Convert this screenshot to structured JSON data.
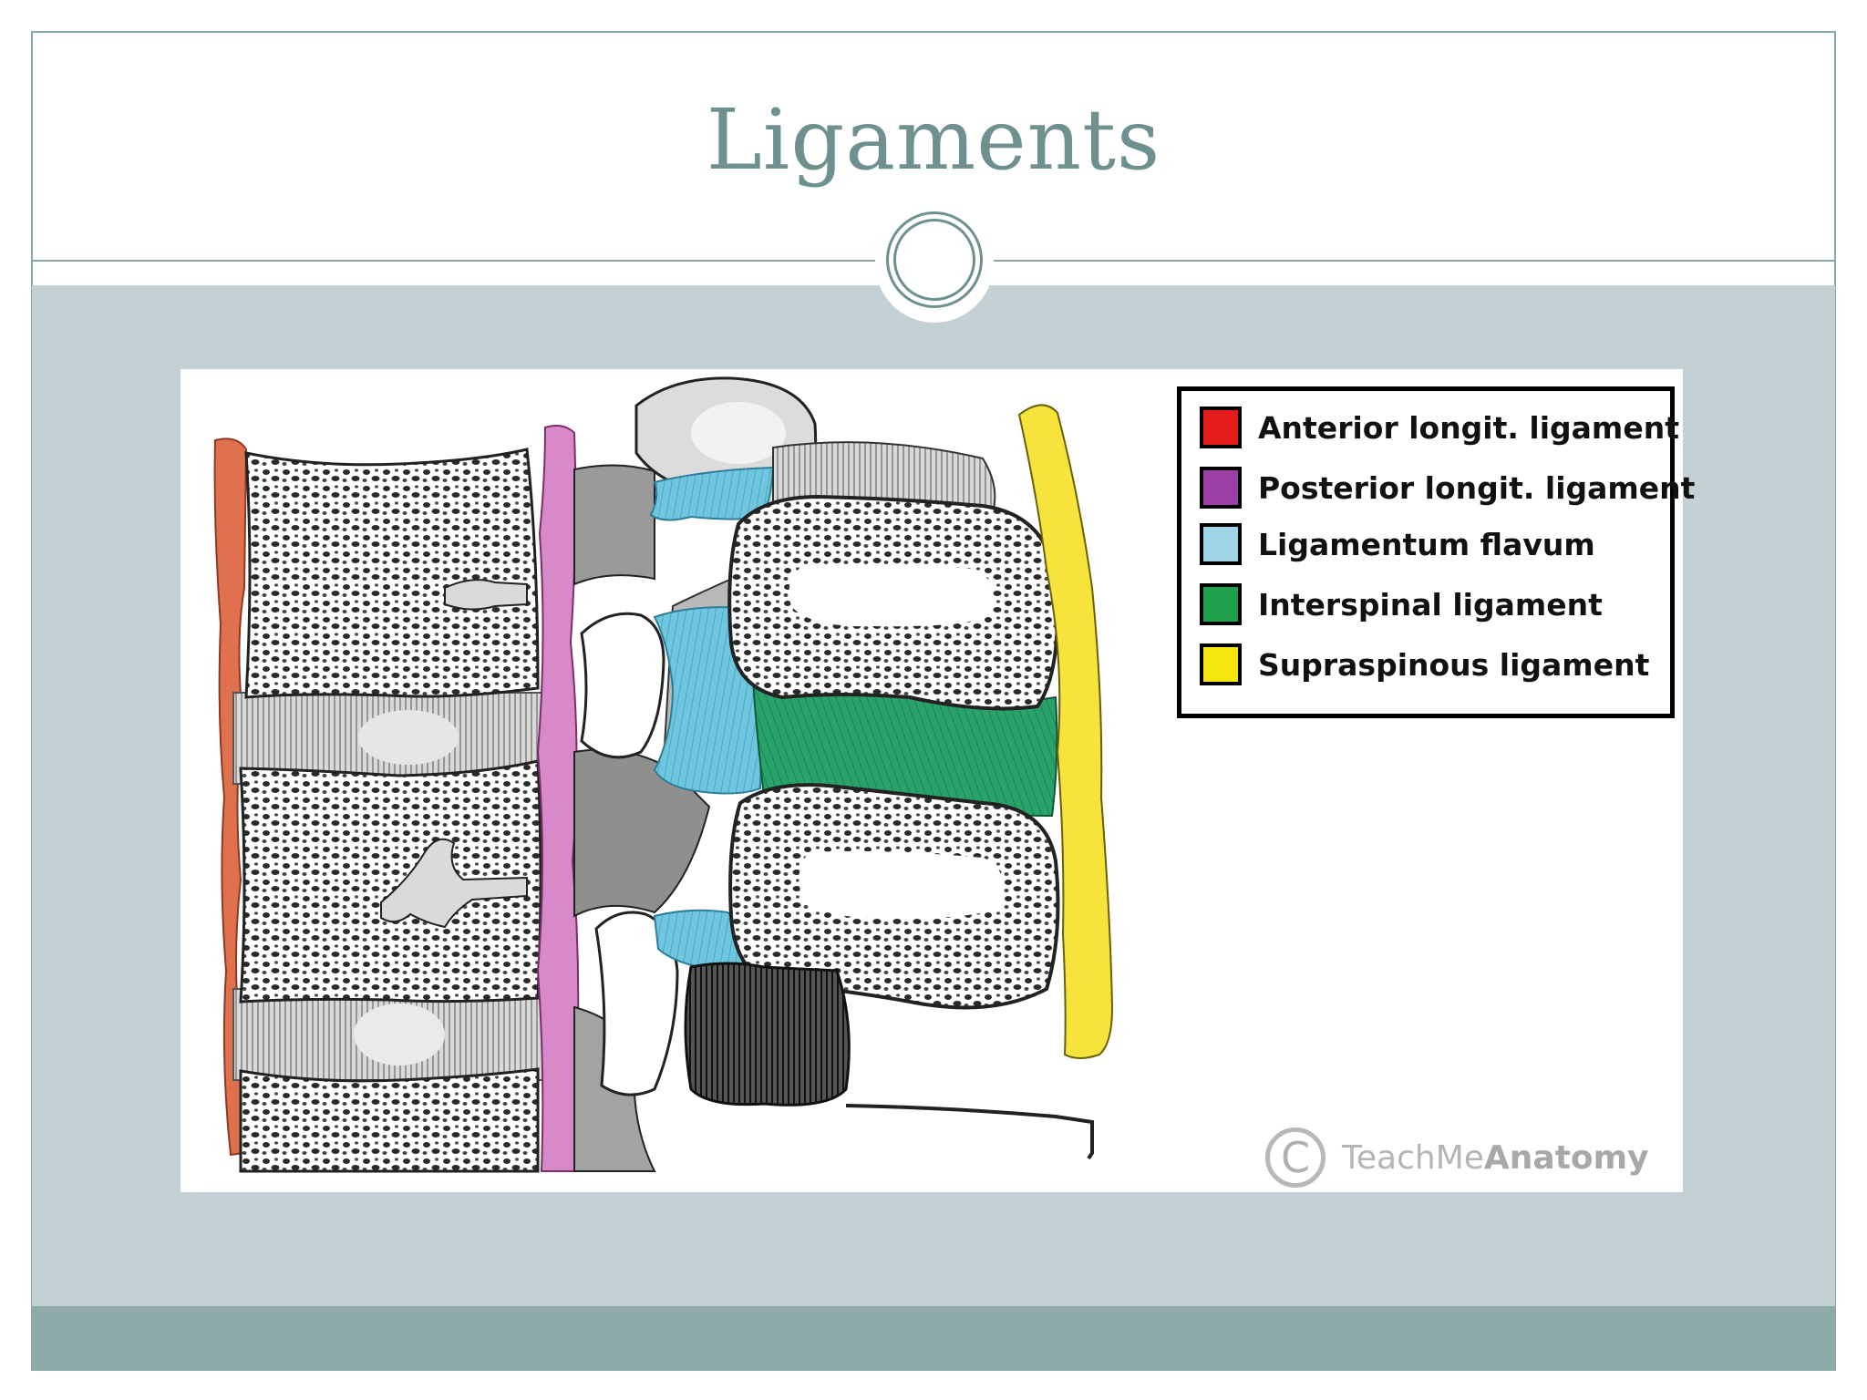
{
  "slide": {
    "title": "Ligaments"
  },
  "legend": {
    "items": [
      {
        "label": "Anterior longit. ligament",
        "color": "#e51b1b"
      },
      {
        "label": "Posterior longit. ligament",
        "color": "#9b3fa6"
      },
      {
        "label": "Ligamentum flavum",
        "color": "#9fd4e6"
      },
      {
        "label": "Interspinal ligament",
        "color": "#1ea14a"
      },
      {
        "label": "Supraspinous ligament",
        "color": "#f5e60f"
      }
    ]
  },
  "watermark": {
    "symbol": "C",
    "brand_light": "TeachMe",
    "brand_bold": "Anatomy"
  },
  "colors": {
    "accent": "#6e9190",
    "band": "#c3d0d4",
    "footer": "#8eabaa"
  }
}
